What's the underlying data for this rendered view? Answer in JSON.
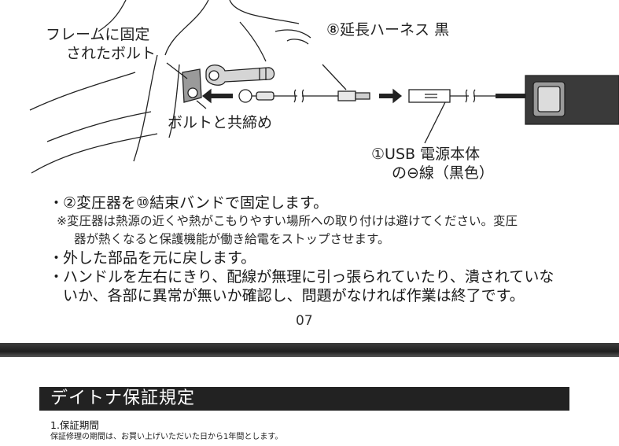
{
  "diagram": {
    "label_frame_bolt_line1": "フレームに固定",
    "label_frame_bolt_line2": "されたボルト",
    "label_harness": "⑧延長ハーネス 黒",
    "label_bolt_fasten": "ボルトと共締め",
    "label_usb_line1": "①USB 電源本体",
    "label_usb_line2": "の⊖線（黒色）"
  },
  "notes": [
    {
      "text": "②変圧器を⑩結束バンドで固定します。"
    },
    {
      "text": "外した部品を元に戻します。"
    },
    {
      "text_line1": "ハンドルを左右にきり、配線が無理に引っ張られていたり、潰されていな",
      "text_line2": "いか、各部に異常が無いか確認し、問題がなければ作業は終了です。"
    }
  ],
  "caution_line1": "※変圧器は熱源の近くや熱がこもりやすい場所への取り付けは避けてください。変圧",
  "caution_line2": "器が熱くなると保護機能が働き給電をストップさせます。",
  "bullet_char": "・",
  "page_number": "07",
  "warranty": {
    "title": "デイトナ保証規定",
    "item1_heading": "1.保証期間",
    "item1_text": "保証修理の期間は、お買い上げいただいた日から1年間とします。"
  }
}
